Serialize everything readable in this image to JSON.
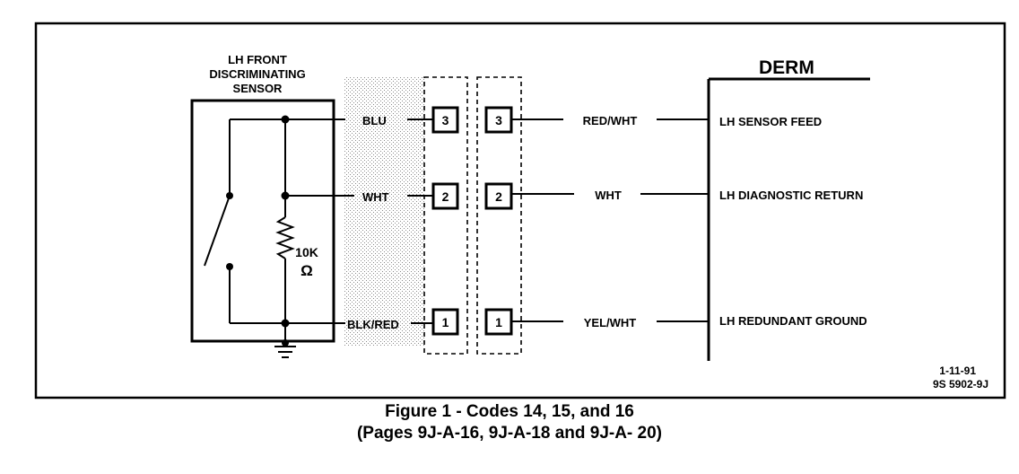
{
  "sensor": {
    "title_lines": [
      "LH FRONT",
      "DISCRIMINATING",
      "SENSOR"
    ],
    "resistor_value": "10K",
    "resistor_unit": "Ω"
  },
  "harness": {
    "left_wires": [
      "BLU",
      "WHT",
      "BLK/RED"
    ],
    "left_pins": [
      "3",
      "2",
      "1"
    ],
    "right_pins": [
      "3",
      "2",
      "1"
    ],
    "right_wires": [
      "RED/WHT",
      "WHT",
      "YEL/WHT"
    ]
  },
  "module": {
    "title": "DERM",
    "signals": [
      "LH SENSOR FEED",
      "LH DIAGNOSTIC RETURN",
      "LH REDUNDANT GROUND"
    ]
  },
  "stamp": {
    "date": "1-11-91",
    "code": "9S 5902-9J"
  },
  "caption": {
    "title": "Figure 1 - Codes 14, 15, and 16",
    "pages": "(Pages 9J-A-16, 9J-A-18 and 9J-A- 20)"
  }
}
